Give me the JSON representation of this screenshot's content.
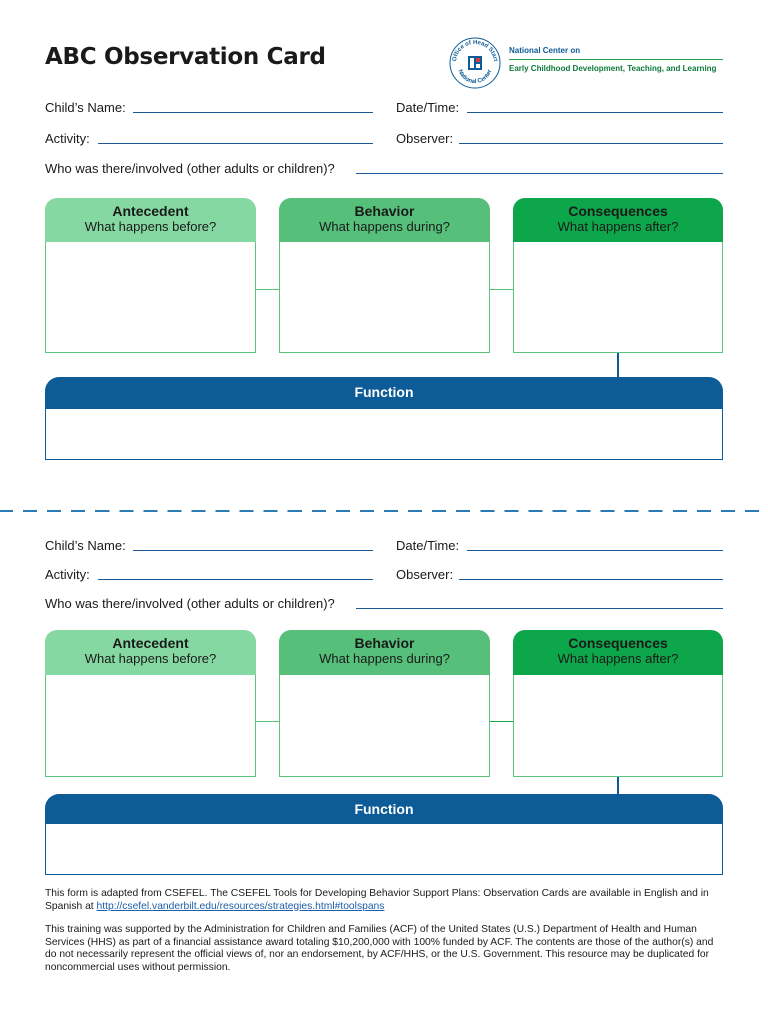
{
  "title": "ABC Observation Card",
  "logo": {
    "seal_top": "Office of Head Start",
    "seal_bottom": "National Center",
    "line1": "National Center on",
    "line2": "Early Childhood Development, Teaching, and Learning"
  },
  "fields": {
    "childs_name": "Child’s Name:",
    "date_time": "Date/Time:",
    "activity": "Activity:",
    "observer": "Observer:",
    "who_involved": "Who was there/involved (other adults or children)?"
  },
  "columns": [
    {
      "heading": "Antecedent",
      "sub": "What happens before?",
      "color": "#86d8a2"
    },
    {
      "heading": "Behavior",
      "sub": "What happens during?",
      "color": "#56c07b"
    },
    {
      "heading": "Consequences",
      "sub": "What happens after?",
      "color": "#0ea64a"
    }
  ],
  "function_label": "Function",
  "footer": {
    "p1_text": "This form is adapted from CSEFEL. The CSEFEL Tools for Developing Behavior Support Plans: Observation Cards are available in English and in Spanish at ",
    "p1_link": "http://csefel.vanderbilt.edu/resources/strategies.html#toolspans",
    "p2": "This training was supported by the Administration for Children and Families (ACF) of the United States (U.S.) Department of Health and Human Services (HHS) as part of a financial assistance award totaling $10,200,000 with 100% funded by ACF. The contents are those of the author(s) and do not necessarily represent the official views of, nor an endorsement, by ACF/HHS, or the U.S. Government. This resource may be duplicated for noncommercial uses without permission."
  }
}
